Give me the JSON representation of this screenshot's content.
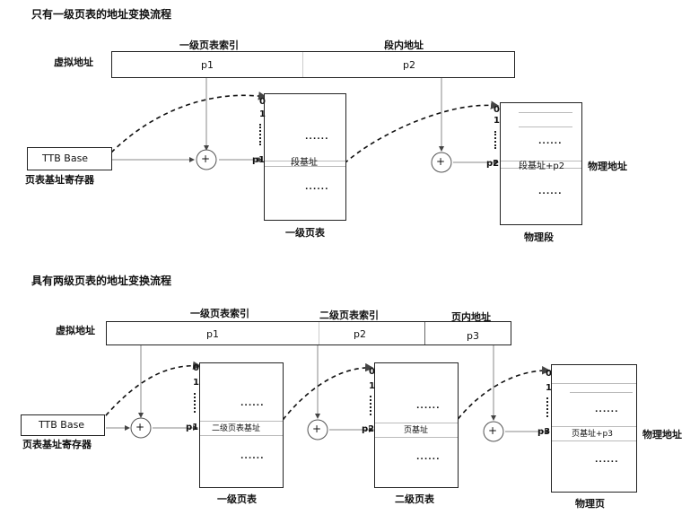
{
  "single": {
    "title": "只有一级页表的地址变换流程",
    "label_index": "一级页表索引",
    "label_offset": "段内地址",
    "va_label": "虚拟地址",
    "va_p1": "p1",
    "va_p2": "p2",
    "ttb_box": "TTB Base",
    "ttb_label": "页表基址寄存器",
    "table_label": "一级页表",
    "table_entry": "段基址",
    "segment_label": "物理段",
    "segment_entry": "段基址+p2",
    "phys_label": "物理地址",
    "row0": "0",
    "row1": "1",
    "ptr_p1": "p1",
    "ptr_p2": "p2",
    "dots": "......"
  },
  "double": {
    "title": "具有两级页表的地址变换流程",
    "label_idx1": "一级页表索引",
    "label_idx2": "二级页表索引",
    "label_offset": "页内地址",
    "va_label": "虚拟地址",
    "va_p1": "p1",
    "va_p2": "p2",
    "va_p3": "p3",
    "ttb_box": "TTB Base",
    "ttb_label": "页表基址寄存器",
    "t1_label": "一级页表",
    "t1_entry": "二级页表基址",
    "t2_label": "二级页表",
    "t2_entry": "页基址",
    "page_label": "物理页",
    "page_entry": "页基址+p3",
    "phys_label": "物理地址",
    "row0": "0",
    "row1": "1",
    "ptr_p1": "p1",
    "ptr_p2": "p2",
    "ptr_p3": "p3",
    "dots": "......"
  },
  "plus": "+"
}
